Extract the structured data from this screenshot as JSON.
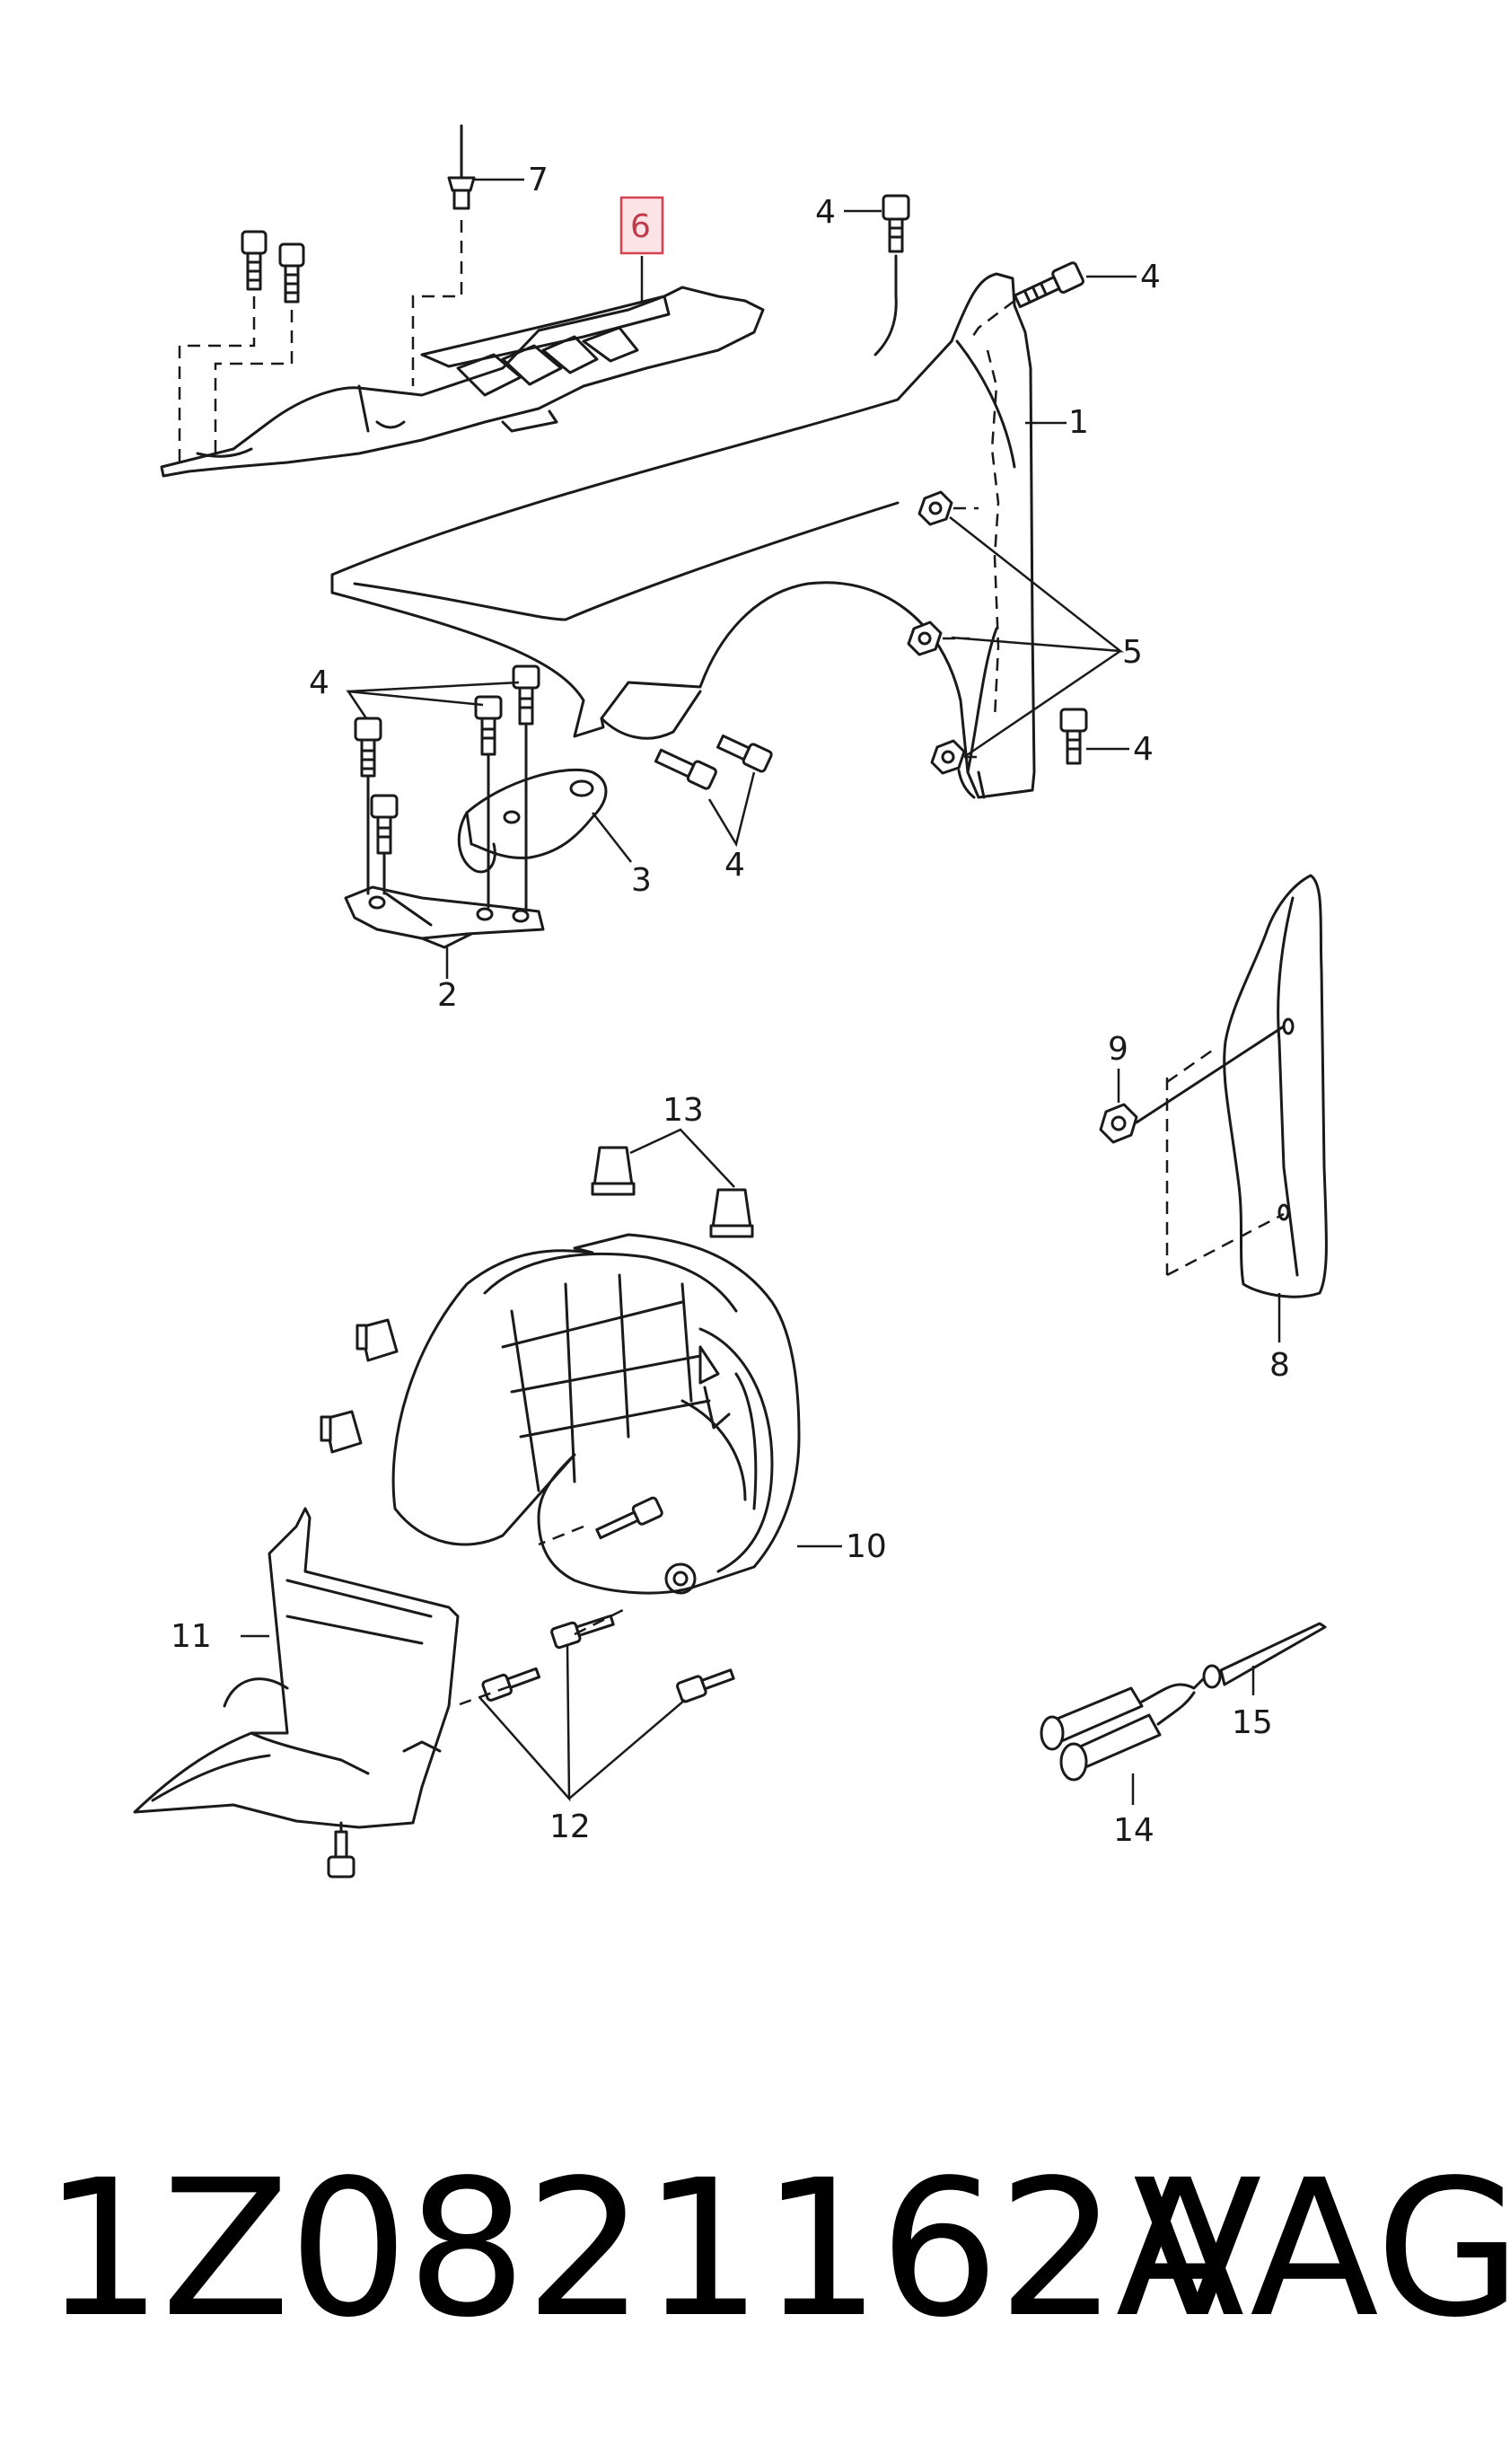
{
  "diagram": {
    "callouts": {
      "fender": "1",
      "fender_bracket_lower": "2",
      "fender_bracket_mid": "3",
      "bolt": "4",
      "nut": "5",
      "upper_fender_rail": "6",
      "rivet": "7",
      "rear_seal_strip": "8",
      "seal_nut": "9",
      "wheel_housing_liner": "10",
      "wheel_housing_liner_front": "11",
      "liner_screw": "12",
      "clip": "13",
      "expansion_rivet": "14",
      "pin": "15"
    },
    "highlighted_callout": "6",
    "colors": {
      "line": "#1a1a1a",
      "highlight_fill": "#fbe3e6",
      "highlight_border": "#d6404f"
    }
  },
  "caption": {
    "part_number": "1Z0821162A",
    "brand": "VAG"
  }
}
